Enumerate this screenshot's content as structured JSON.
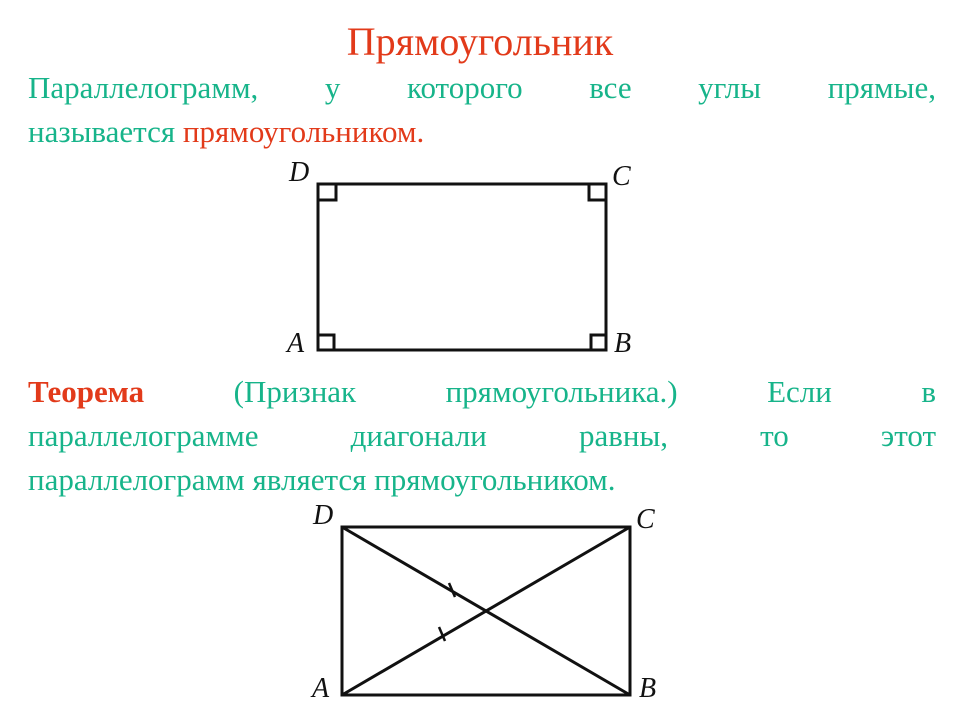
{
  "title": "Прямоугольник",
  "definition": {
    "line1": "Параллелограмм, у которого все углы прямые,",
    "line2_prefix": "называется ",
    "line2_term": "прямоугольником."
  },
  "theorem": {
    "label": "Теорема",
    "line1_rest": " (Признак прямоугольника.) Если в",
    "line2": "параллелограмме диагонали равны, то этот",
    "line3": "параллелограмм является прямоугольником."
  },
  "figure1": {
    "labels": {
      "A": "A",
      "B": "B",
      "C": "C",
      "D": "D"
    },
    "description": "rectangle ABCD with right-angle marks at all four vertices"
  },
  "figure2": {
    "labels": {
      "A": "A",
      "B": "B",
      "C": "C",
      "D": "D"
    },
    "description": "rectangle ABCD with equal diagonals AC and BD, tick marks indicating equal halves"
  },
  "colors": {
    "title": "#e23a1a",
    "text": "#17b48a",
    "accent": "#e23a1a",
    "lines": "#111111"
  }
}
